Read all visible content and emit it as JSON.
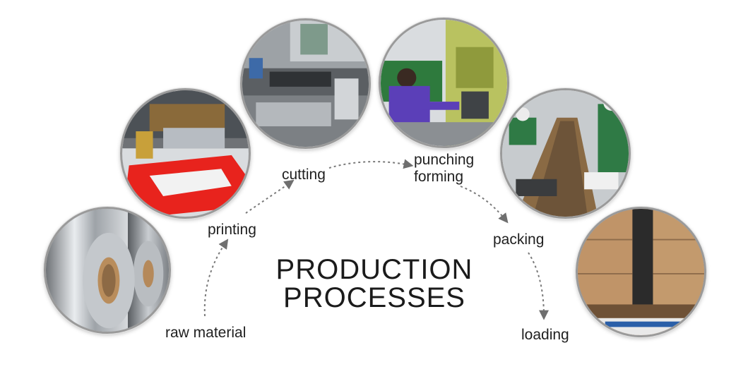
{
  "title": {
    "line1": "PRODUCTION",
    "line2": "PROCESSES"
  },
  "steps": [
    {
      "label": "raw material",
      "image": "aluminum-coil-photo"
    },
    {
      "label": "printing",
      "image": "printing-machine-photo"
    },
    {
      "label": "cutting",
      "image": "cutting-machine-photo"
    },
    {
      "label_line1": "punching",
      "label_line2": "forming",
      "image": "punching-press-photo"
    },
    {
      "label": "packing",
      "image": "packing-line-photo"
    },
    {
      "label": "loading",
      "image": "loaded-pallets-photo"
    }
  ],
  "colors": {
    "text": "#1f1f1f",
    "ring": "#9a9a9a",
    "arrow": "#7a7a7a",
    "print_red": "#e8231d"
  }
}
